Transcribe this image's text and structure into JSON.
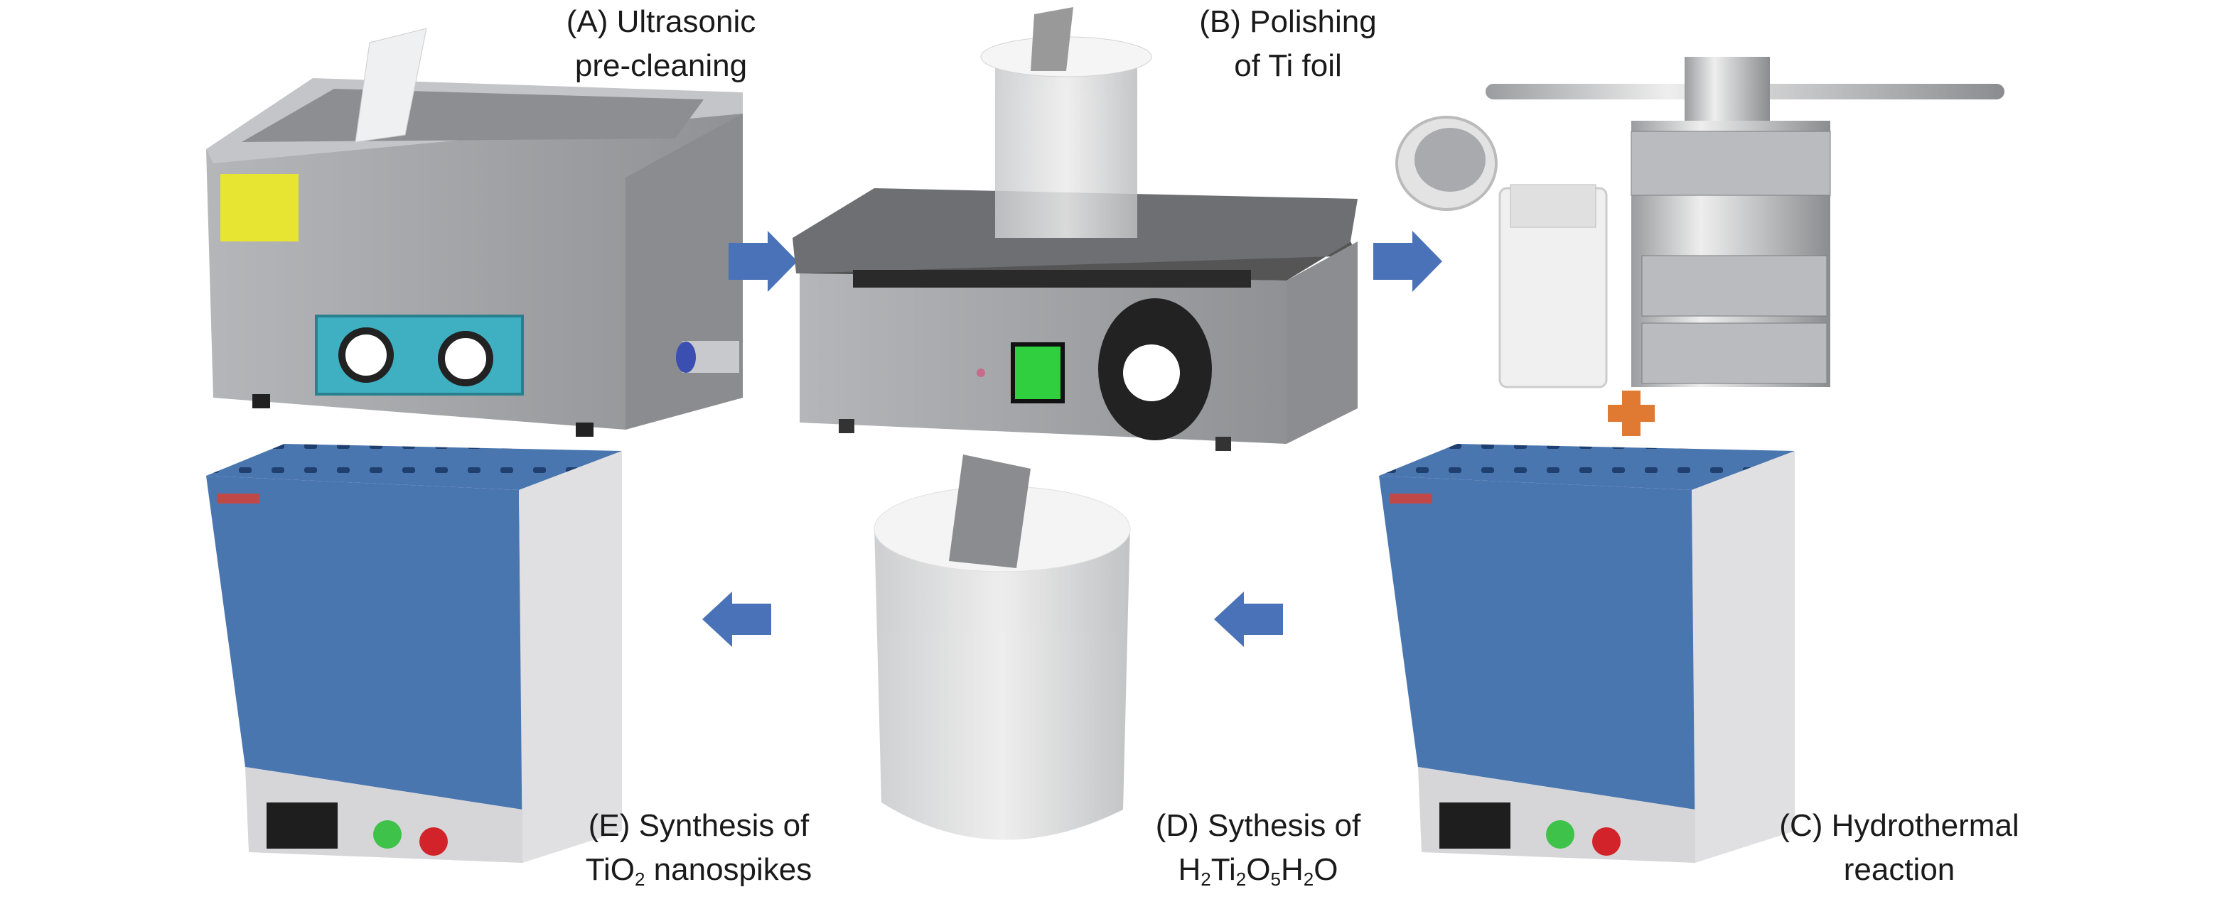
{
  "steps": {
    "a": {
      "line1": "(A) Ultrasonic",
      "line2": "pre-cleaning"
    },
    "b": {
      "line1": "(B) Polishing",
      "line2": "of Ti foil"
    },
    "c": {
      "line1": "(C) Hydrothermal",
      "line2": "reaction"
    },
    "d": {
      "line1": "(D) Sythesis of",
      "f1": "H",
      "s1": "2",
      "f2": "Ti",
      "s2": "2",
      "f3": "O",
      "s3": "5",
      "f4": "H",
      "s4": "2",
      "f5": "O"
    },
    "e": {
      "line1": "(E) Synthesis of",
      "f1": "TiO",
      "s1": "2",
      "f2": " nanospikes"
    }
  },
  "colors": {
    "arrow": "#4a72b8",
    "plus": "#e07a32",
    "furnace": "#4a76b0",
    "steel": "#a6a8ab"
  }
}
